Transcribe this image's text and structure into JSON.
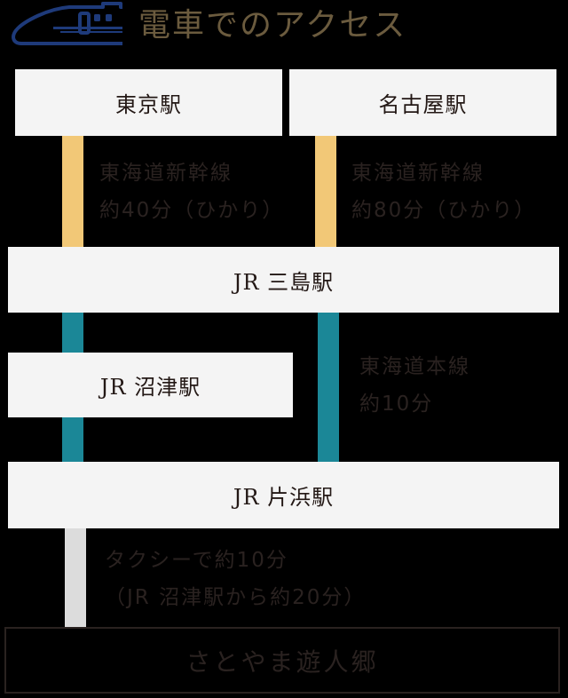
{
  "header": {
    "title": "電車でのアクセス",
    "icon": "shinkansen-train-icon",
    "title_color": "#6b5b3e",
    "icon_color": "#1e3a7a"
  },
  "colors": {
    "background": "#000000",
    "station_box": "#f4f4f4",
    "station_text": "#231815",
    "shinkansen_line": "#f2c877",
    "tokaido_line": "#1b8797",
    "taxi_line": "#dcdcdc",
    "route_text": "#2a2220",
    "destination_border": "#2a2220"
  },
  "stations": {
    "tokyo": "東京駅",
    "nagoya": "名古屋駅",
    "mishima": "JR 三島駅",
    "numazu": "JR 沼津駅",
    "katahama": "JR 片浜駅"
  },
  "routes": {
    "tokyo_mishima": {
      "line1": "東海道新幹線",
      "line2": "約40分（ひかり）"
    },
    "nagoya_mishima": {
      "line1": "東海道新幹線",
      "line2": "約80分（ひかり）"
    },
    "mishima_katahama": {
      "line1": "東海道本線",
      "line2": "約10分"
    },
    "katahama_destination": {
      "line1": "タクシーで約10分",
      "line2": "（JR 沼津駅から約20分）"
    }
  },
  "destination": {
    "label": "さとやま遊人郷"
  }
}
